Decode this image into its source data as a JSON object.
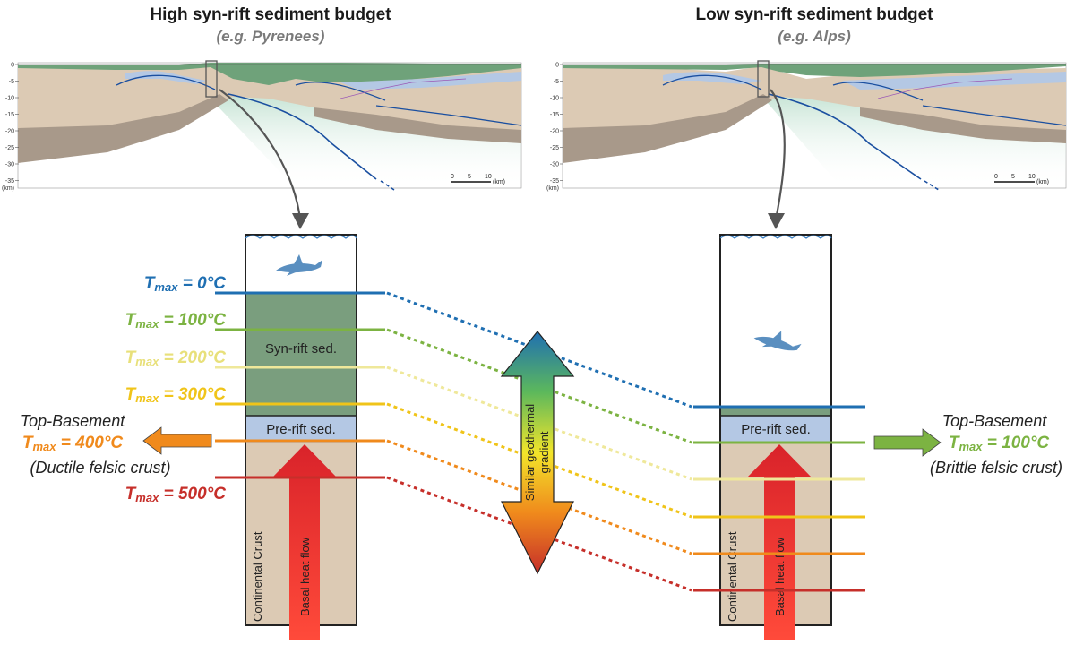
{
  "panels": {
    "left": {
      "title": "High syn-rift  sediment budget",
      "subtitle": "(e.g. Pyrenees)"
    },
    "right": {
      "title": "Low syn-rift  sediment budget",
      "subtitle": "(e.g. Alps)"
    }
  },
  "section": {
    "depth_ticks": [
      "0",
      "-5",
      "-10",
      "-15",
      "-20",
      "-25",
      "-30",
      "-35"
    ],
    "depth_unit": "(km)",
    "scale_labels": [
      "0",
      "5",
      "10",
      "(km)"
    ]
  },
  "tmax_prefix": "T",
  "tmax_sub": "max",
  "left_tmax": [
    {
      "value": "= 0°C",
      "color": "#1f6fb2"
    },
    {
      "value": "= 100°C",
      "color": "#7cb342"
    },
    {
      "value": "= 200°C",
      "color": "#e8e07a"
    },
    {
      "value": "= 300°C",
      "color": "#f0c419"
    },
    {
      "value": "= 400°C",
      "color": "#f08a1c"
    },
    {
      "value": "= 500°C",
      "color": "#c62f2a"
    }
  ],
  "left_column": {
    "synrift_label": "Syn-rift sed.",
    "prerift_label": "Pre-rift sed.",
    "crust_label": "Continental Crust",
    "heatflow_label": "Basal heat flow"
  },
  "right_column": {
    "prerift_label": "Pre-rift sed.",
    "crust_label": "Continental Crust",
    "heatflow_label": "Basal heat flow"
  },
  "left_side": {
    "title": "Top-Basement",
    "tmax_value": "= 400°C",
    "tmax_color": "#f08a1c",
    "note": "(Ductile felsic crust)"
  },
  "right_side": {
    "title": "Top-Basement",
    "tmax_value": "= 100°C",
    "tmax_color": "#7cb342",
    "note": "(Brittle felsic crust)"
  },
  "center_arrow": {
    "line1": "Similar geothermal",
    "line2": "gradient"
  },
  "colors": {
    "water": "#1f6fb2",
    "synrift": "#7a9e7e",
    "prerift": "#b4c8e4",
    "crust": "#dccab4",
    "mantle_crust": "#a8998a",
    "fault": "#1a4fa0",
    "heat": "#e3262b"
  }
}
